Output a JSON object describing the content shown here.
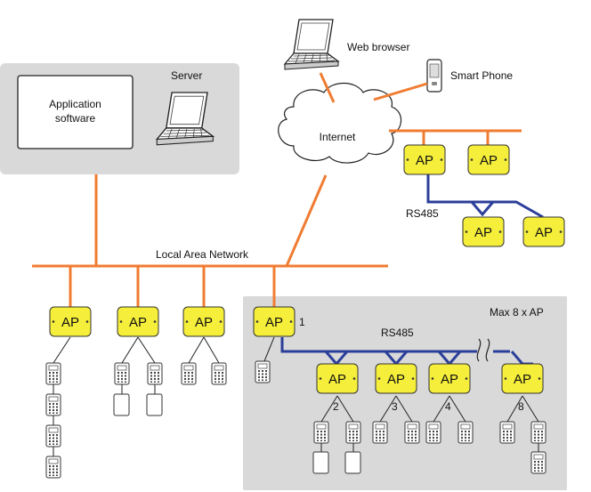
{
  "server": {
    "label": "Server",
    "app_label_line1": "Application",
    "app_label_line2": "software"
  },
  "internet": {
    "label": "Internet"
  },
  "clients": {
    "web_browser": "Web browser",
    "smart_phone": "Smart Phone"
  },
  "lan": {
    "label": "Local Area Network"
  },
  "rs485": {
    "top": "RS485",
    "bottom": "RS485"
  },
  "max_ap": "Max 8 x AP",
  "ap_label": "AP",
  "ap_numbers": {
    "n1": "1",
    "n2": "2",
    "n3": "3",
    "n4": "4",
    "n8": "8"
  },
  "colors": {
    "network": "#f07c32",
    "rs485": "#2b3f9a",
    "ap_fill": "#f5ee3a",
    "panel": "#d9d9d9"
  }
}
